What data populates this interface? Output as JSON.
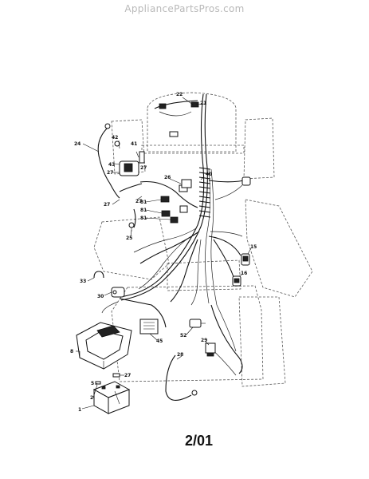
{
  "watermark": "AppliancePartsPros.com",
  "date_code": "2/01",
  "callouts": {
    "c1": "1",
    "c2": "2",
    "c5": "5",
    "c8": "8",
    "c15": "15",
    "c16": "16",
    "c21": "21",
    "c22": "22",
    "c24": "24",
    "c25": "25",
    "c26": "26",
    "c27": "27",
    "c28": "28",
    "c29": "29",
    "c30": "30",
    "c33": "33",
    "c40": "40",
    "c41": "41",
    "c42": "42",
    "c43": "43",
    "c45": "45",
    "c51": "51",
    "c52": "52",
    "c81": "81"
  }
}
